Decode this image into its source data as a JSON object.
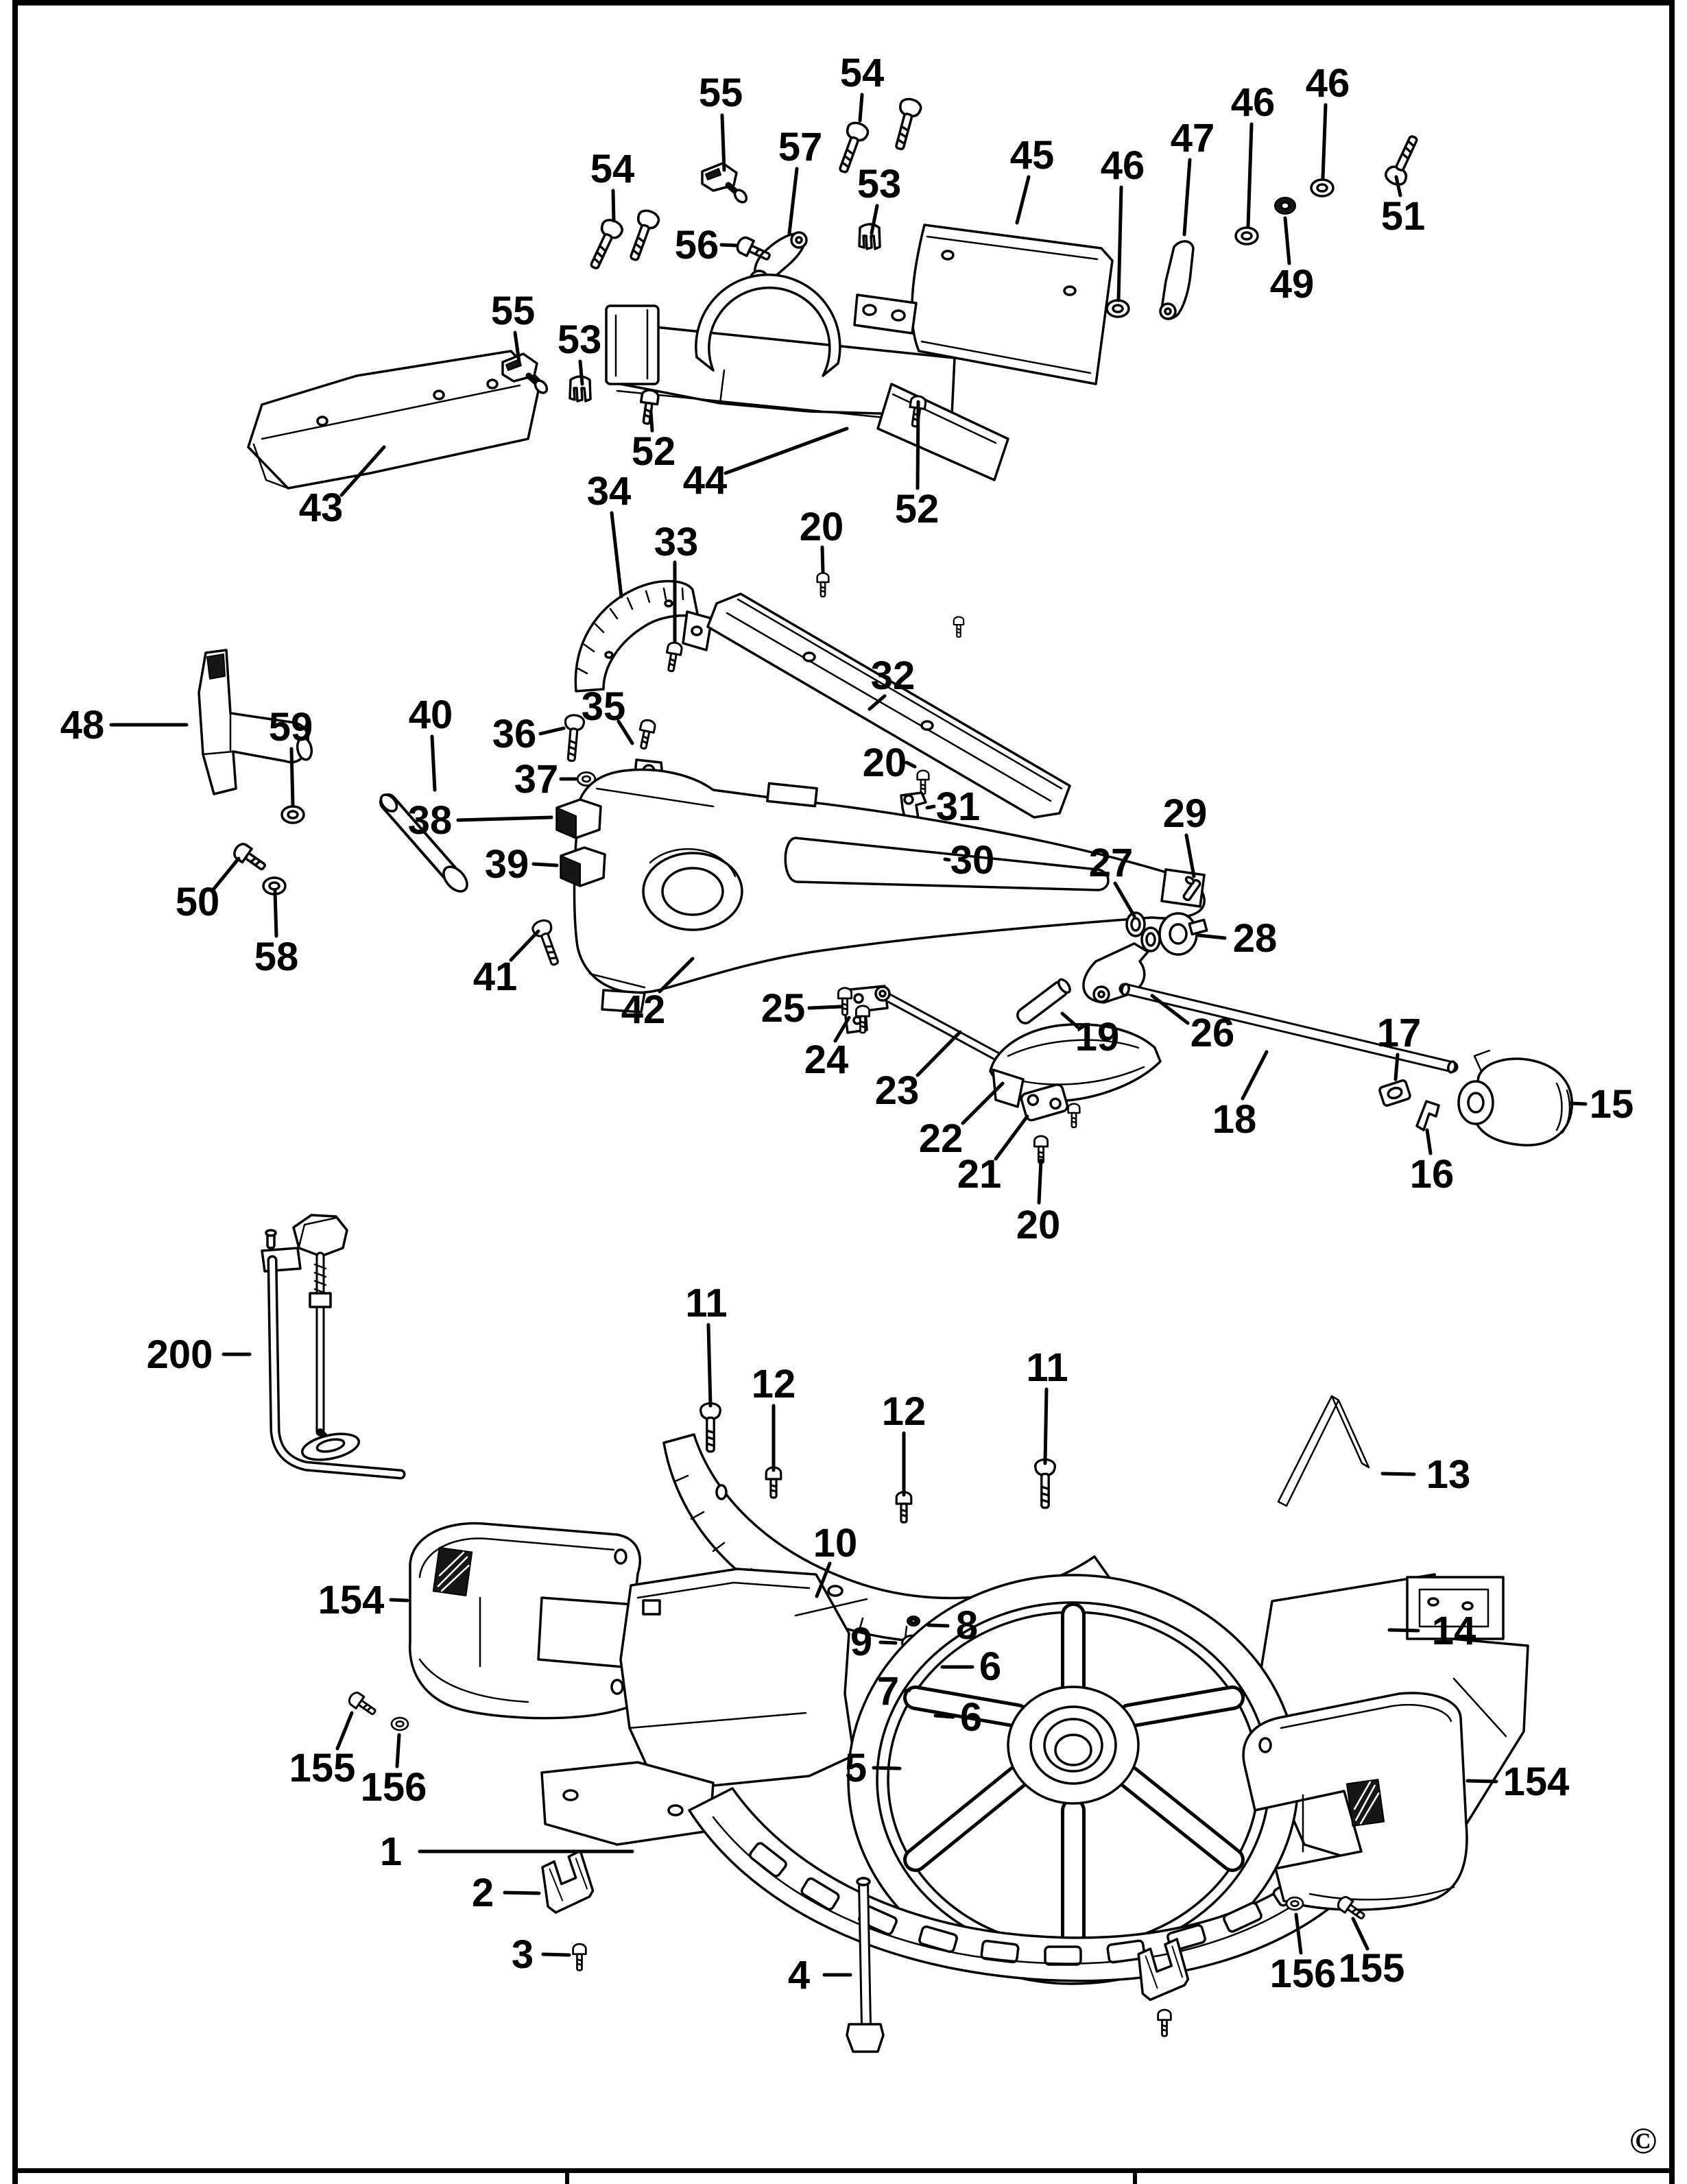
{
  "page": {
    "copyright": "©"
  },
  "colors": {
    "ink": "#000000",
    "paper": "#ffffff"
  },
  "diagram": {
    "labels": [
      [
        "55a",
        "55",
        1051,
        135,
        1053,
        168,
        1056,
        248
      ],
      [
        "54b",
        "54",
        1257,
        106,
        1257,
        138,
        1254,
        176
      ],
      [
        "54a",
        "54",
        893,
        246,
        894,
        278,
        895,
        322
      ],
      [
        "57",
        "57",
        1167,
        214,
        1162,
        246,
        1151,
        340
      ],
      [
        "53a",
        "53",
        1282,
        268,
        1279,
        300,
        1271,
        340
      ],
      [
        "56",
        "56",
        1016,
        357,
        1052,
        357,
        1075,
        358
      ],
      [
        "45",
        "45",
        1505,
        226,
        1500,
        258,
        1483,
        325
      ],
      [
        "46a",
        "46",
        1637,
        241,
        1635,
        273,
        1631,
        438
      ],
      [
        "47",
        "47",
        1739,
        201,
        1735,
        233,
        1727,
        342
      ],
      [
        "46b",
        "46",
        1827,
        149,
        1825,
        181,
        1820,
        330
      ],
      [
        "46c",
        "46",
        1936,
        121,
        1933,
        153,
        1929,
        260
      ],
      [
        "51",
        "51",
        2046,
        315,
        2042,
        285,
        2036,
        258
      ],
      [
        "49",
        "49",
        1884,
        414,
        1880,
        384,
        1874,
        318
      ],
      [
        "55b",
        "55",
        748,
        453,
        751,
        485,
        757,
        528
      ],
      [
        "53b",
        "53",
        845,
        495,
        846,
        527,
        849,
        560
      ],
      [
        "43",
        "43",
        468,
        740,
        498,
        722,
        560,
        652
      ],
      [
        "44",
        "44",
        1028,
        700,
        1058,
        690,
        1235,
        625
      ],
      [
        "52b",
        "52",
        1337,
        742,
        1338,
        712,
        1339,
        586
      ],
      [
        "52a",
        "52",
        953,
        658,
        951,
        628,
        949,
        600
      ],
      [
        "34",
        "34",
        888,
        716,
        892,
        748,
        906,
        870
      ],
      [
        "33",
        "33",
        986,
        790,
        984,
        820,
        984,
        936
      ],
      [
        "20a",
        "20",
        1198,
        768,
        1199,
        798,
        1200,
        834
      ],
      [
        "32",
        "32",
        1302,
        985,
        1290,
        1015,
        1268,
        1034
      ],
      [
        "48",
        "48",
        120,
        1057,
        162,
        1057,
        272,
        1057
      ],
      [
        "59",
        "59",
        424,
        1060,
        425,
        1092,
        427,
        1174
      ],
      [
        "40",
        "40",
        628,
        1042,
        630,
        1074,
        634,
        1152
      ],
      [
        "50",
        "50",
        288,
        1315,
        312,
        1296,
        348,
        1252
      ],
      [
        "58",
        "58",
        403,
        1395,
        403,
        1365,
        401,
        1300
      ],
      [
        "35",
        "35",
        880,
        1030,
        902,
        1052,
        922,
        1084
      ],
      [
        "36",
        "36",
        750,
        1070,
        788,
        1070,
        822,
        1062
      ],
      [
        "37",
        "37",
        782,
        1136,
        818,
        1136,
        840,
        1136
      ],
      [
        "38",
        "38",
        627,
        1196,
        668,
        1196,
        804,
        1192
      ],
      [
        "39",
        "39",
        739,
        1260,
        778,
        1260,
        812,
        1262
      ],
      [
        "41",
        "41",
        722,
        1424,
        745,
        1400,
        785,
        1358
      ],
      [
        "42",
        "42",
        938,
        1472,
        962,
        1446,
        1010,
        1398
      ],
      [
        "20b",
        "20",
        1290,
        1112,
        1322,
        1112,
        1334,
        1118
      ],
      [
        "31",
        "31",
        1397,
        1176,
        1362,
        1176,
        1352,
        1178
      ],
      [
        "30",
        "30",
        1418,
        1254,
        1384,
        1254,
        1378,
        1253
      ],
      [
        "29",
        "29",
        1728,
        1186,
        1730,
        1218,
        1741,
        1278
      ],
      [
        "27",
        "27",
        1620,
        1258,
        1626,
        1288,
        1654,
        1336
      ],
      [
        "28",
        "28",
        1830,
        1368,
        1786,
        1368,
        1748,
        1364
      ],
      [
        "26",
        "26",
        1768,
        1506,
        1732,
        1492,
        1680,
        1452
      ],
      [
        "25",
        "25",
        1142,
        1470,
        1180,
        1470,
        1226,
        1468
      ],
      [
        "24",
        "24",
        1205,
        1545,
        1218,
        1518,
        1238,
        1484
      ],
      [
        "23",
        "23",
        1308,
        1590,
        1338,
        1568,
        1400,
        1505
      ],
      [
        "22",
        "22",
        1372,
        1660,
        1404,
        1638,
        1462,
        1580
      ],
      [
        "21",
        "21",
        1428,
        1712,
        1452,
        1690,
        1498,
        1628
      ],
      [
        "20c",
        "20",
        1514,
        1786,
        1515,
        1754,
        1518,
        1692
      ],
      [
        "19",
        "19",
        1600,
        1512,
        1574,
        1500,
        1549,
        1478
      ],
      [
        "18",
        "18",
        1800,
        1632,
        1812,
        1602,
        1847,
        1534
      ],
      [
        "17",
        "17",
        2040,
        1506,
        2038,
        1538,
        2035,
        1574
      ],
      [
        "16",
        "16",
        2088,
        1712,
        2086,
        1682,
        2081,
        1648
      ],
      [
        "15",
        "15",
        2350,
        1610,
        2312,
        1610,
        2290,
        1609
      ],
      [
        "200",
        "200",
        262,
        1975,
        326,
        1975,
        364,
        1975
      ],
      [
        "11a",
        "11",
        1030,
        1900,
        1033,
        1932,
        1036,
        2050
      ],
      [
        "12a",
        "12",
        1128,
        2018,
        1128,
        2050,
        1128,
        2144
      ],
      [
        "12b",
        "12",
        1318,
        2058,
        1318,
        2090,
        1318,
        2180
      ],
      [
        "11b",
        "11",
        1527,
        1994,
        1526,
        2026,
        1524,
        2134
      ],
      [
        "10",
        "10",
        1218,
        2250,
        1210,
        2280,
        1191,
        2328
      ],
      [
        "13",
        "13",
        2112,
        2150,
        2062,
        2150,
        2016,
        2149
      ],
      [
        "14",
        "14",
        2120,
        2378,
        2068,
        2378,
        2026,
        2377
      ],
      [
        "9",
        "9",
        1256,
        2394,
        1284,
        2395,
        1306,
        2396
      ],
      [
        "8",
        "8",
        1410,
        2370,
        1382,
        2371,
        1354,
        2370
      ],
      [
        "6a",
        "6",
        1444,
        2430,
        1418,
        2431,
        1374,
        2431
      ],
      [
        "7",
        "7",
        1295,
        2466,
        1318,
        2466,
        1326,
        2465
      ],
      [
        "6b",
        "6",
        1416,
        2504,
        1390,
        2504,
        1364,
        2502
      ],
      [
        "5",
        "5",
        1248,
        2578,
        1274,
        2578,
        1312,
        2579
      ],
      [
        "154a",
        "154",
        512,
        2333,
        570,
        2333,
        594,
        2334
      ],
      [
        "155a",
        "155",
        470,
        2578,
        492,
        2550,
        513,
        2498
      ],
      [
        "156a",
        "156",
        574,
        2606,
        579,
        2576,
        582,
        2530
      ],
      [
        "1",
        "1",
        570,
        2700,
        612,
        2700,
        922,
        2700
      ],
      [
        "2",
        "2",
        704,
        2760,
        736,
        2760,
        786,
        2761
      ],
      [
        "3",
        "3",
        762,
        2850,
        792,
        2850,
        830,
        2851
      ],
      [
        "4",
        "4",
        1165,
        2880,
        1202,
        2880,
        1240,
        2880
      ],
      [
        "154b",
        "154",
        2240,
        2598,
        2182,
        2598,
        2140,
        2597
      ],
      [
        "156b",
        "156",
        1900,
        2878,
        1897,
        2848,
        1890,
        2792
      ],
      [
        "155b",
        "155",
        2000,
        2870,
        1994,
        2842,
        1973,
        2798
      ]
    ]
  }
}
